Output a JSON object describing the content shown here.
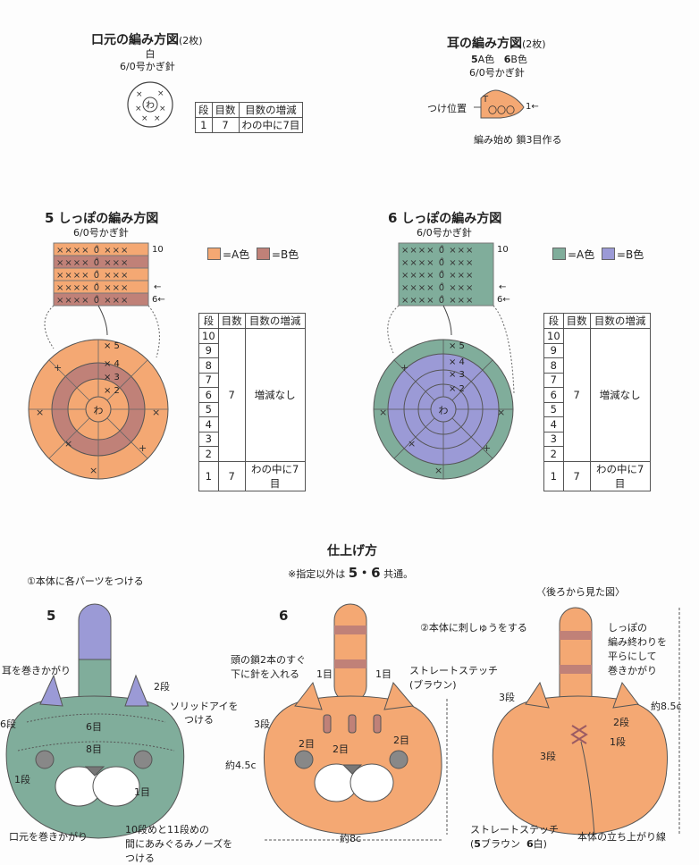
{
  "mouth": {
    "title": "口元の編み方図",
    "count": "(2枚)",
    "color": "白",
    "hook": "6/0号かぎ針",
    "table": {
      "headers": [
        "段",
        "目数",
        "目数の増減"
      ],
      "rows": [
        [
          "1",
          "7",
          "わの中に7目"
        ]
      ]
    }
  },
  "ear": {
    "title": "耳の編み方図",
    "count": "(2枚)",
    "n5": "5",
    "c5": "A色",
    "n6": "6",
    "c6": "B色",
    "hook": "6/0号かぎ針",
    "attach": "つけ位置",
    "start": "編み始め 鎖3目作る",
    "row1": "1←"
  },
  "tail5": {
    "num": "5",
    "title": "しっぽの編み方図",
    "hook": "6/0号かぎ針",
    "legend_a": "=A色",
    "legend_b": "=B色",
    "row10": "10",
    "row6": "6←",
    "arrow": "←",
    "colors": {
      "a": "#f4a873",
      "b": "#c08178"
    }
  },
  "tail6": {
    "num": "6",
    "title": "しっぽの編み方図",
    "hook": "6/0号かぎ針",
    "legend_a": "=A色",
    "legend_b": "=B色",
    "row10": "10",
    "row6": "6←",
    "arrow": "←",
    "colors": {
      "a": "#80ad9b",
      "b": "#9b9ad6"
    }
  },
  "row_table": {
    "headers": [
      "段",
      "目数",
      "目数の増減"
    ],
    "rows": [
      "10",
      "9",
      "8",
      "7",
      "6",
      "5",
      "4",
      "3",
      "2"
    ],
    "stitches": "7",
    "change": "増減なし",
    "first": [
      "1",
      "7",
      "わの中に7目"
    ]
  },
  "finish": {
    "title": "仕上げ方",
    "note_pre": "※指定以外は",
    "note_nums": "5・6",
    "note_post": "共通。",
    "step1": "①本体に各パーツをつける",
    "step2": "②本体に刺しゅうをする",
    "back_view": "〈後ろから見た図〉"
  },
  "fig5": {
    "num": "5",
    "ear": "耳を巻きかがり",
    "dan2": "2段",
    "eye": "ソリッドアイを",
    "eye2": "つける",
    "dan6": "6段",
    "me6": "6目",
    "me8": "8目",
    "dan1": "1段",
    "me1": "1目",
    "mouth": "口元を巻きかがり",
    "nose1": "10段めと11段めの",
    "nose2": "間にあみぐるみノーズを",
    "nose3": "つける"
  },
  "fig6": {
    "num": "6",
    "chain1": "頭の鎖2本のすぐ",
    "chain2": "下に針を入れる",
    "me1a": "1目",
    "me1b": "1目",
    "stitch": "ストレートステッチ",
    "brown": "(ブラウン)",
    "dan3": "3段",
    "me2a": "2目",
    "me2b": "2目",
    "me2c": "2目",
    "height": "約4.5c",
    "width": "約8c"
  },
  "back": {
    "tail1": "しっぽの",
    "tail2": "編み終わりを",
    "tail3": "平らにして",
    "tail4": "巻きかがり",
    "dan3a": "3段",
    "dan2": "2段",
    "dan1": "1段",
    "dan3b": "3段",
    "height": "約8.5c",
    "stitch": "ストレートステッチ",
    "brown_num": "5",
    "brown": "ブラウン",
    "white_num": "6",
    "white": "白",
    "rise": "本体の立ち上がり線"
  }
}
